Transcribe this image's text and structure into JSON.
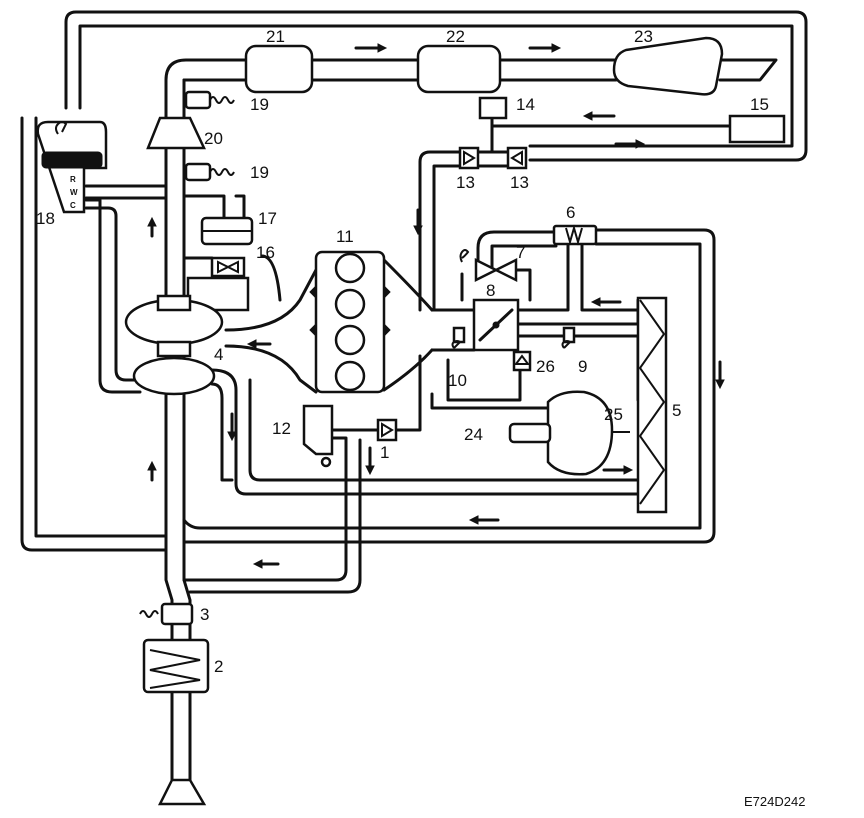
{
  "diagram": {
    "callouts": {
      "c1": "1",
      "c2": "2",
      "c3": "3",
      "c4": "4",
      "c5": "5",
      "c6": "6",
      "c7": "7",
      "c8": "8",
      "c9": "9",
      "c10": "10",
      "c11": "11",
      "c12": "12",
      "c13a": "13",
      "c13b": "13",
      "c14": "14",
      "c15": "15",
      "c16": "16",
      "c17": "17",
      "c18": "18",
      "c19a": "19",
      "c19b": "19",
      "c20": "20",
      "c21": "21",
      "c22": "22",
      "c23": "23",
      "c24": "24",
      "c25": "25",
      "c26": "26"
    },
    "connector_pins": {
      "p1": "R",
      "p2": "W",
      "p3": "C"
    },
    "reference_code": "E724D242"
  }
}
